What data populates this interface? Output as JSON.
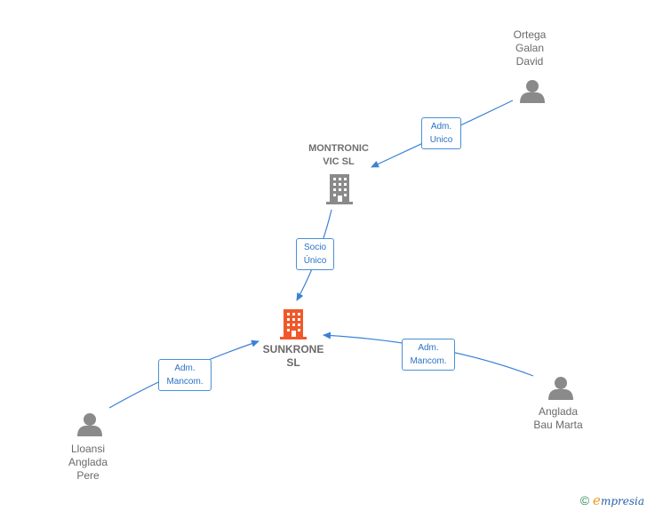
{
  "nodes": {
    "ortega": {
      "label": "Ortega\nGalan\nDavid",
      "icon": "person-icon"
    },
    "montronic": {
      "label": "MONTRONIC\nVIC  SL",
      "icon": "building-icon"
    },
    "sunkrone": {
      "label": "SUNKRONE\nSL",
      "icon": "building-icon"
    },
    "lloansi": {
      "label": "Lloansi\nAnglada\nPere",
      "icon": "person-icon"
    },
    "anglada": {
      "label": "Anglada\nBau Marta",
      "icon": "person-icon"
    }
  },
  "edges": {
    "ortega_montronic": "Adm.\nUnico",
    "montronic_sunkrone": "Socio\nÚnico",
    "lloansi_sunkrone": "Adm.\nMancom.",
    "anglada_sunkrone": "Adm.\nMancom."
  },
  "colors": {
    "edge": "#3b82d6",
    "person": "#8a8a8a",
    "company": "#8a8a8a",
    "main_company": "#f0582a"
  },
  "footer": {
    "copyright": "©",
    "brand_first": "e",
    "brand_rest": "mpresia"
  }
}
